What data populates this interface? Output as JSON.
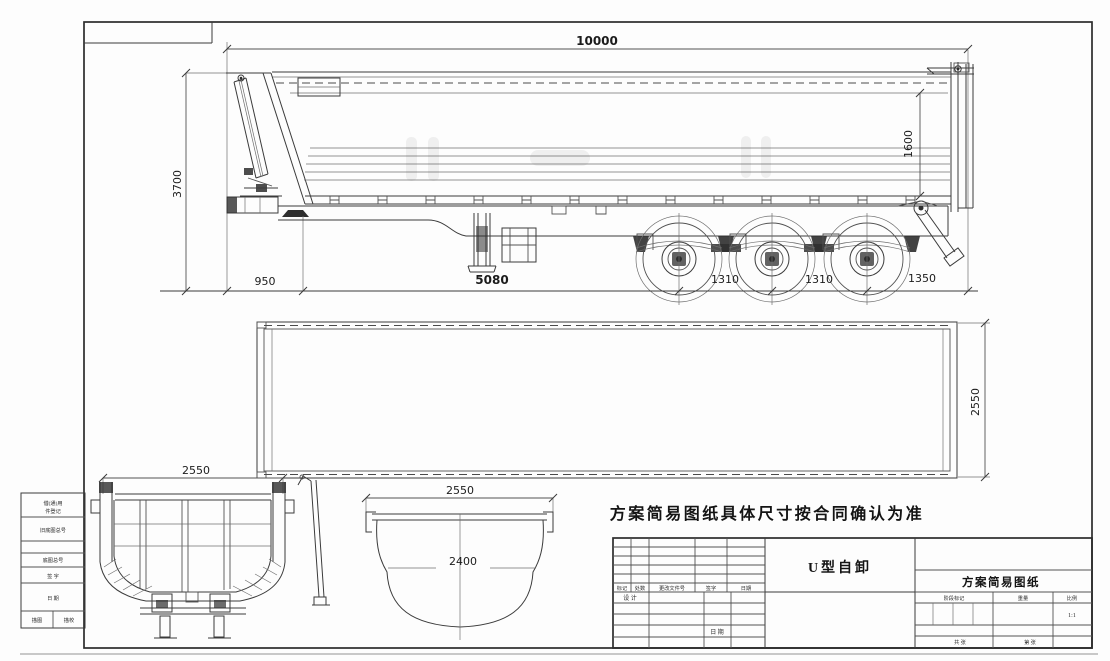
{
  "dims": {
    "overall_length": "10000",
    "overall_height": "3700",
    "body_inner_height": "1600",
    "front_overhang": "950",
    "kingpin_to_axle": "5080",
    "axle_spacing_1": "1310",
    "axle_spacing_2": "1310",
    "rear_overhang": "1350",
    "plan_width": "2550",
    "rear_width": "2550",
    "section_outer_width": "2550",
    "section_inner_width": "2400"
  },
  "note": {
    "text": "方案简易图纸具体尺寸按合同确认为准"
  },
  "title_block": {
    "product_name": "U型自卸",
    "drawing_title": "方案简易图纸",
    "rev_headers": {
      "mark": "标记",
      "count": "处数",
      "doc_no": "更改文件号",
      "sign": "签字",
      "date": "日期"
    },
    "labels": {
      "design": "设 计",
      "date": "日 期",
      "stage_mark": "阶段标记",
      "weight": "重量",
      "scale": "比例",
      "sheet_total": "共 张",
      "sheet_no": "第 张"
    },
    "scale_value": "1:1"
  },
  "margin_table": {
    "row1_line1": "借(通)用",
    "row1_line2": "件登记",
    "row2": "旧底图总号",
    "row3": "底图总号",
    "row4": "签 字",
    "row5": "日 期",
    "row6a": "描图",
    "row6b": "描校"
  }
}
